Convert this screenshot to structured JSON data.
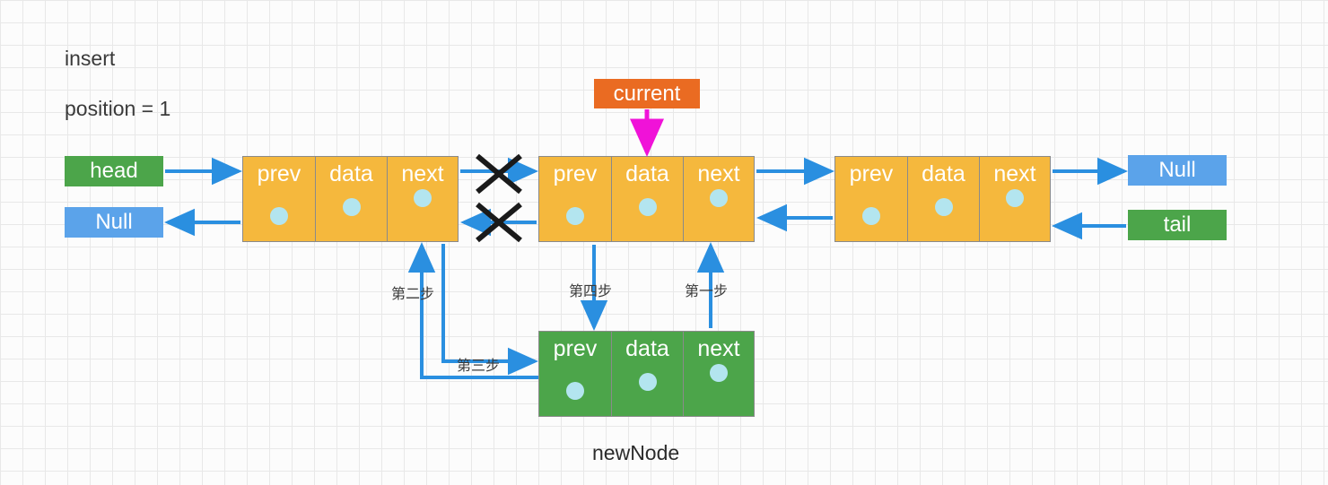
{
  "title_lines": {
    "operation": "insert",
    "position": "position = 1"
  },
  "pointers": {
    "head": {
      "label": "head",
      "color": "#4ca54a"
    },
    "null_left": {
      "label": "Null",
      "color": "#5ba3ea"
    },
    "null_right": {
      "label": "Null",
      "color": "#5ba3ea"
    },
    "tail": {
      "label": "tail",
      "color": "#4ca54a"
    },
    "current": {
      "label": "current",
      "color": "#ea6b22"
    }
  },
  "cell_labels": {
    "prev": "prev",
    "data": "data",
    "next": "next"
  },
  "nodes": [
    {
      "id": "node-1",
      "color": "#f5b83d",
      "cells": [
        {
          "label": "prev"
        },
        {
          "label": "data"
        },
        {
          "label": "next"
        }
      ]
    },
    {
      "id": "node-current",
      "color": "#f5b83d",
      "cells": [
        {
          "label": "prev"
        },
        {
          "label": "data"
        },
        {
          "label": "next"
        }
      ]
    },
    {
      "id": "node-3",
      "color": "#f5b83d",
      "cells": [
        {
          "label": "prev"
        },
        {
          "label": "data"
        },
        {
          "label": "next"
        }
      ]
    },
    {
      "id": "node-new",
      "color": "#4ca54a",
      "cells": [
        {
          "label": "prev"
        },
        {
          "label": "data"
        },
        {
          "label": "next"
        }
      ]
    }
  ],
  "steps": [
    {
      "id": "step-1",
      "label": "第一步"
    },
    {
      "id": "step-2",
      "label": "第二步"
    },
    {
      "id": "step-3",
      "label": "第三步"
    },
    {
      "id": "step-4",
      "label": "第四步"
    }
  ],
  "captions": {
    "new_node": "newNode"
  },
  "colors": {
    "arrow_blue": "#2a8fe0",
    "arrow_magenta": "#f012d8",
    "cross_black": "#1a1a1a",
    "node_orange": "#f5b83d",
    "node_green": "#4ca54a",
    "dot_light_blue": "#b3e5ef",
    "tag_blue": "#5ba3ea",
    "tag_green": "#4ca54a",
    "tag_orange": "#ea6b22",
    "grid_line": "#e8e8e8",
    "background": "#fcfcfc"
  }
}
